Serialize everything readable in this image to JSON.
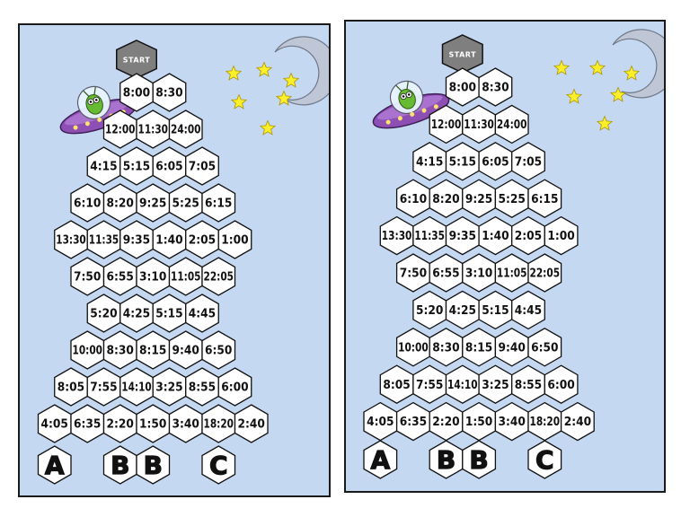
{
  "start_label": "START",
  "rows": [
    [
      "8:00",
      "8:30"
    ],
    [
      "12:00",
      "11:30",
      "24:00"
    ],
    [
      "4:15",
      "5:15",
      "6:05",
      "7:05"
    ],
    [
      "6:10",
      "8:20",
      "9:25",
      "5:25",
      "6:15"
    ],
    [
      "13:30",
      "11:35",
      "9:35",
      "1:40",
      "2:05",
      "1:00"
    ],
    [
      "7:50",
      "6:55",
      "3:10",
      "11:05",
      "22:05"
    ],
    [
      "5:20",
      "4:25",
      "5:15",
      "4:45"
    ],
    [
      "10:00",
      "8:30",
      "8:15",
      "9:40",
      "6:50"
    ],
    [
      "8:05",
      "7:55",
      "14:10",
      "3:25",
      "8:55",
      "6:00"
    ],
    [
      "4:05",
      "6:35",
      "2:20",
      "1:50",
      "3:40",
      "18:20",
      "2:40"
    ]
  ],
  "row_offsets": [
    2.5,
    2,
    1.5,
    1,
    0.5,
    1,
    1.5,
    1,
    0.5,
    0
  ],
  "exits": [
    {
      "label": "A",
      "col": 0.5
    },
    {
      "label": "B",
      "col": 2.5
    },
    {
      "label": "B",
      "col": 3.5
    },
    {
      "label": "C",
      "col": 5.5
    }
  ],
  "colors": {
    "background": "#c5d8f1",
    "hex_fill": "#ffffff",
    "hex_stroke": "#111111",
    "start_fill": "#7f7f7f",
    "star": "#ffef2a",
    "moon": "#bfc7d6",
    "ufo": "#8e4fb5",
    "alien": "#66bb33"
  },
  "icons": [
    "ufo-alien-icon",
    "crescent-moon-icon",
    "star-icon"
  ]
}
